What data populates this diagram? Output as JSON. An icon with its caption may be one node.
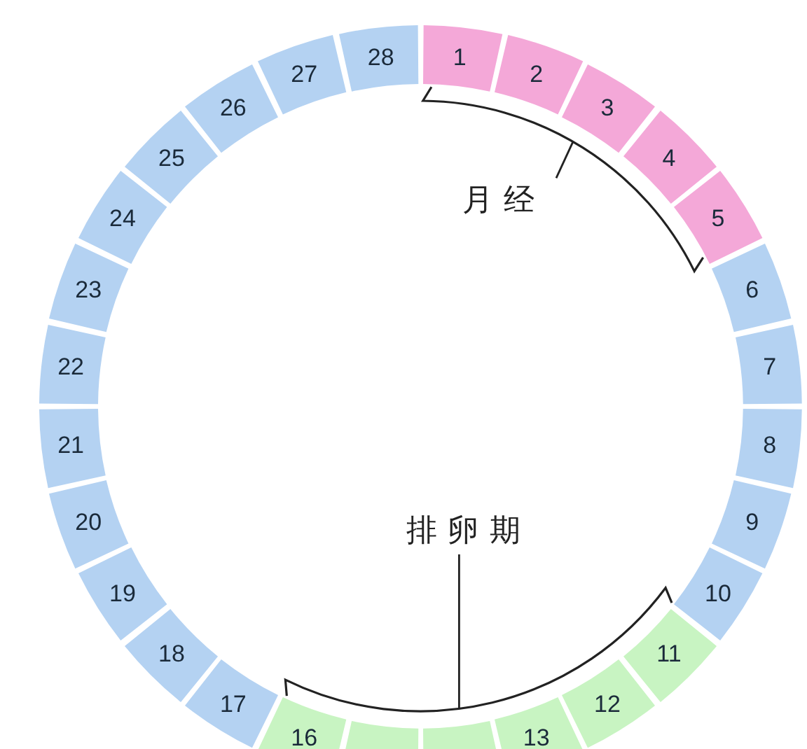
{
  "diagram": {
    "nodes": [
      {
        "text": [
          "1"
        ]
      },
      {
        "text": [
          "2"
        ]
      },
      {
        "text": [
          "3"
        ]
      },
      {
        "text": [
          "4"
        ]
      },
      {
        "text": [
          "5"
        ]
      },
      {
        "text": [
          "6"
        ]
      },
      {
        "text": [
          "7"
        ]
      },
      {
        "text": [
          "8"
        ]
      },
      {
        "text": [
          "9"
        ]
      },
      {
        "text": [
          "10"
        ]
      },
      {
        "text": [
          "11"
        ]
      },
      {
        "text": [
          "12"
        ]
      },
      {
        "text": [
          "13"
        ]
      },
      {
        "text": [],
        "shape": "box"
      },
      {
        "text": [],
        "shape": "box"
      },
      {
        "text": [
          "16"
        ]
      },
      {
        "text": [
          "17"
        ]
      },
      {
        "text": [
          "18"
        ]
      },
      {
        "text": [
          "19"
        ]
      },
      {
        "text": [
          "20"
        ]
      },
      {
        "text": [
          "21"
        ]
      },
      {
        "text": [
          "22"
        ]
      },
      {
        "text": [
          "23"
        ]
      },
      {
        "text": [
          "24"
        ]
      },
      {
        "text": [
          "25"
        ]
      },
      {
        "text": [
          "26"
        ]
      },
      {
        "text": [
          "27"
        ]
      },
      {
        "text": [
          "28"
        ]
      }
    ],
    "labels": [
      "月经",
      "排卵期"
    ]
  }
}
